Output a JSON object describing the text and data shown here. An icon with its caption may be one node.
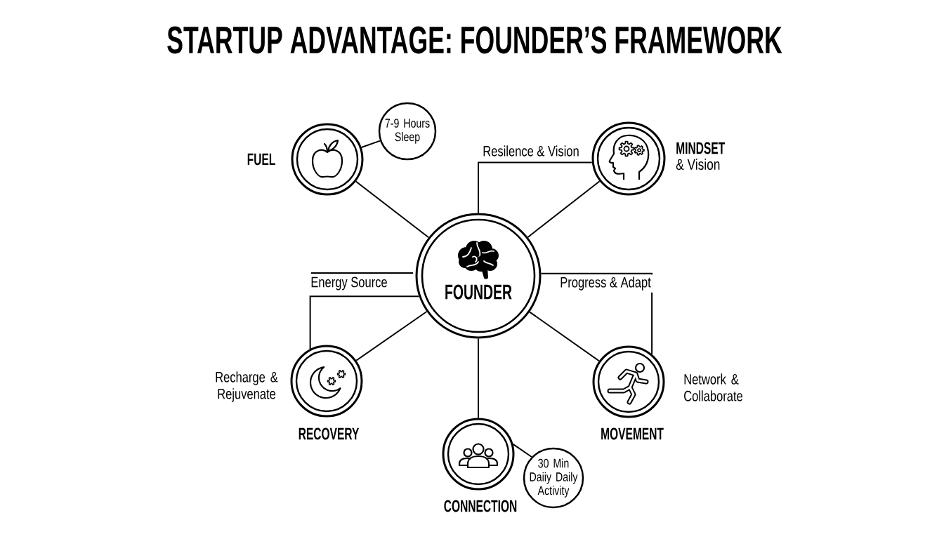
{
  "diagram": {
    "title": "STARTUP ADVANTAGE: FOUNDER’S FRAMEWORK",
    "nodes": [
      {
        "text": [
          "FUEL"
        ]
      },
      {
        "text": [
          "7-9 Hours Sleep"
        ]
      },
      {
        "text": [
          "MINDSET",
          "& Vision"
        ]
      },
      {
        "text": [
          "FOUNDER"
        ]
      },
      {
        "text": [
          "RECOVERY"
        ],
        "beside": [
          "Recharge & Rejuvenate"
        ]
      },
      {
        "text": [
          "MOVEMENT"
        ],
        "beside": [
          "Network & Collaborate"
        ]
      },
      {
        "text": [
          "CONNECTION"
        ]
      },
      {
        "text": [
          "30 Min Daiiy Daily Activity"
        ]
      }
    ],
    "edges": [
      {
        "from": 0,
        "to": 1,
        "arrow": "none"
      },
      {
        "from": 3,
        "to": 0,
        "arrow": "none"
      },
      {
        "from": 3,
        "to": 2,
        "arrow": "none"
      },
      {
        "from": 3,
        "to": 2,
        "arrow": "none",
        "label": "Resilence & Vision"
      },
      {
        "from": 3,
        "to": 4,
        "arrow": "none"
      },
      {
        "from": 3,
        "to": 4,
        "arrow": "none",
        "label": "Energy Source"
      },
      {
        "from": 3,
        "to": 5,
        "arrow": "none"
      },
      {
        "from": 3,
        "to": 5,
        "arrow": "none",
        "label": "Progress & Adapt"
      },
      {
        "from": 3,
        "to": 6,
        "arrow": "none"
      },
      {
        "from": 6,
        "to": 7,
        "arrow": "none"
      }
    ]
  }
}
